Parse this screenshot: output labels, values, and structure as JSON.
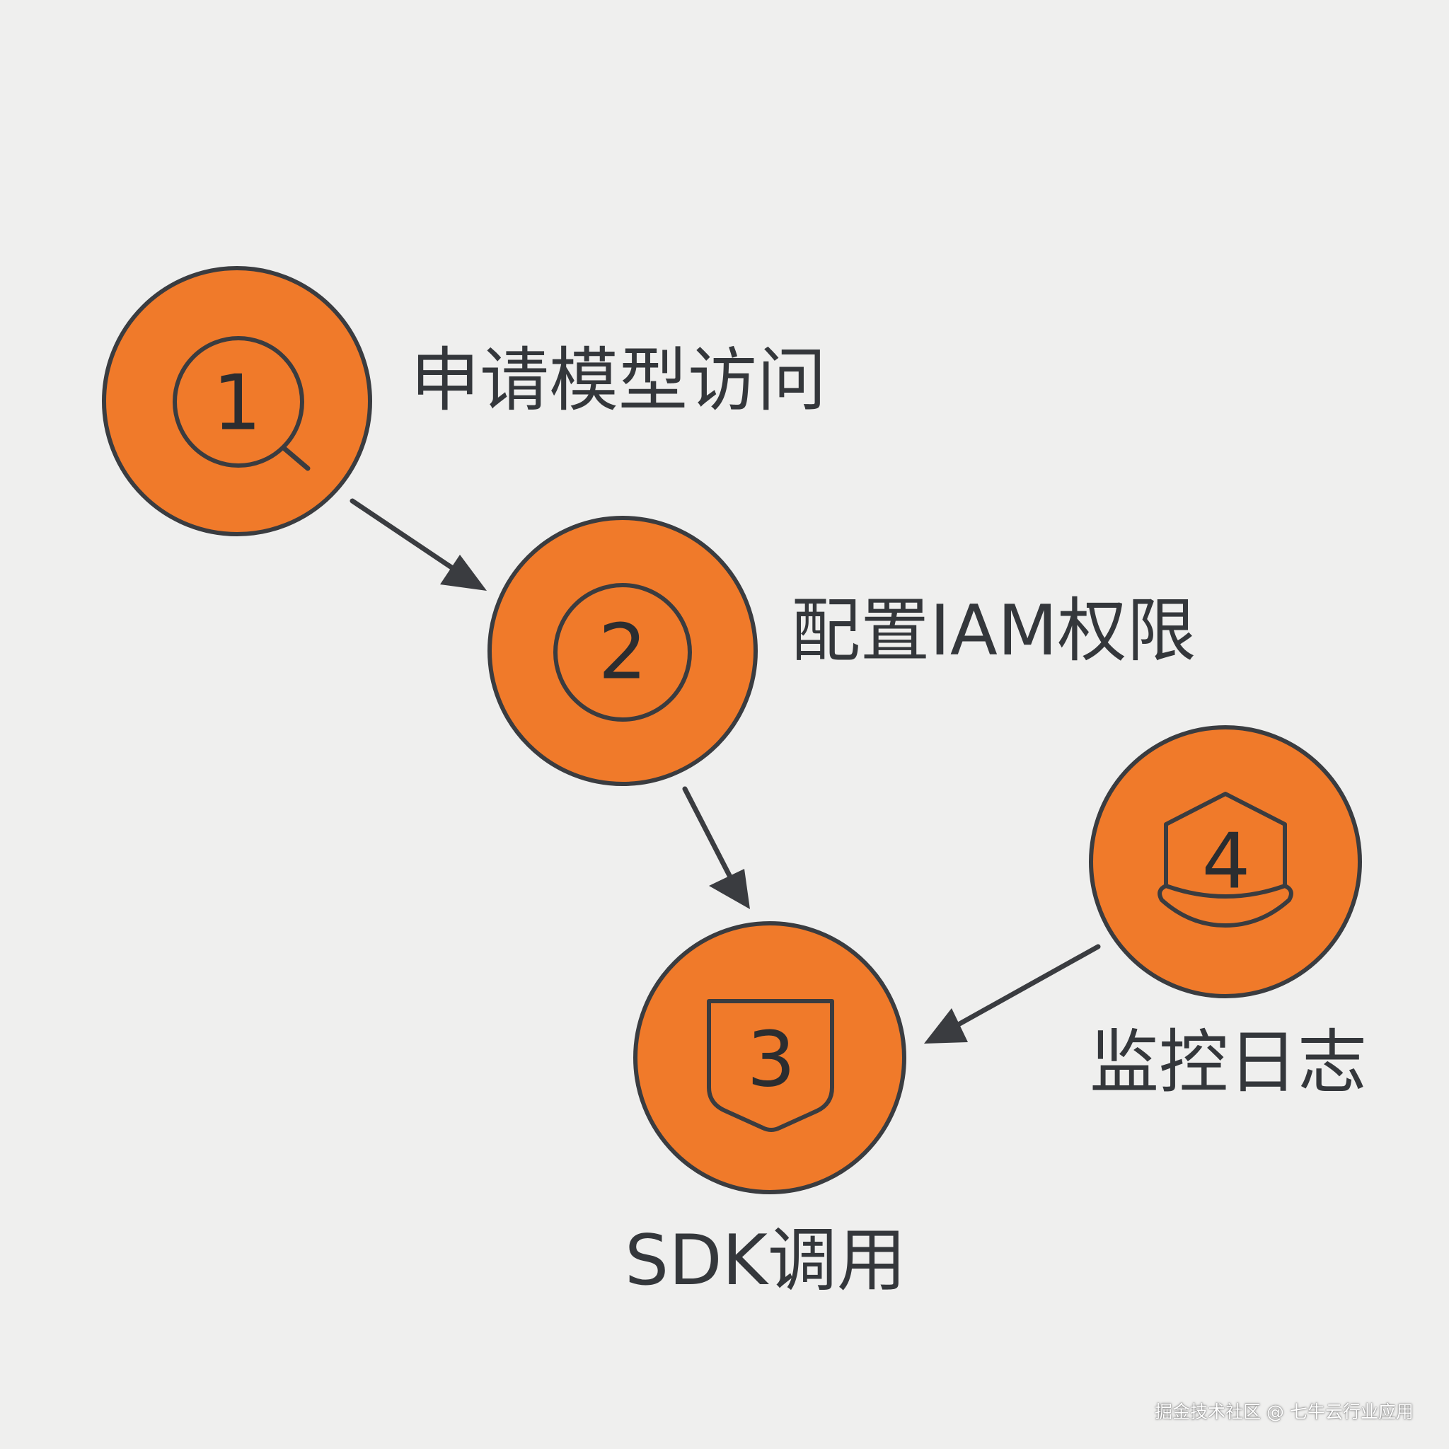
{
  "colors": {
    "background": "#efefee",
    "node_fill": "#f07a2a",
    "outline": "#3a3c40",
    "text": "#34373b"
  },
  "nodes": [
    {
      "id": "1",
      "number": "1",
      "label": "申请模型访问",
      "icon": "magnifier-icon"
    },
    {
      "id": "2",
      "number": "2",
      "label": "配置IAM权限",
      "icon": "double-circle-icon"
    },
    {
      "id": "3",
      "number": "3",
      "label": "SDK调用",
      "icon": "shield-icon"
    },
    {
      "id": "4",
      "number": "4",
      "label": "监控日志",
      "icon": "house-badge-icon"
    }
  ],
  "edges": [
    {
      "from": "1",
      "to": "2"
    },
    {
      "from": "2",
      "to": "3"
    },
    {
      "from": "4",
      "to": "3"
    }
  ],
  "watermark": {
    "text": "掘金技术社区 @ 七牛云行业应用"
  }
}
